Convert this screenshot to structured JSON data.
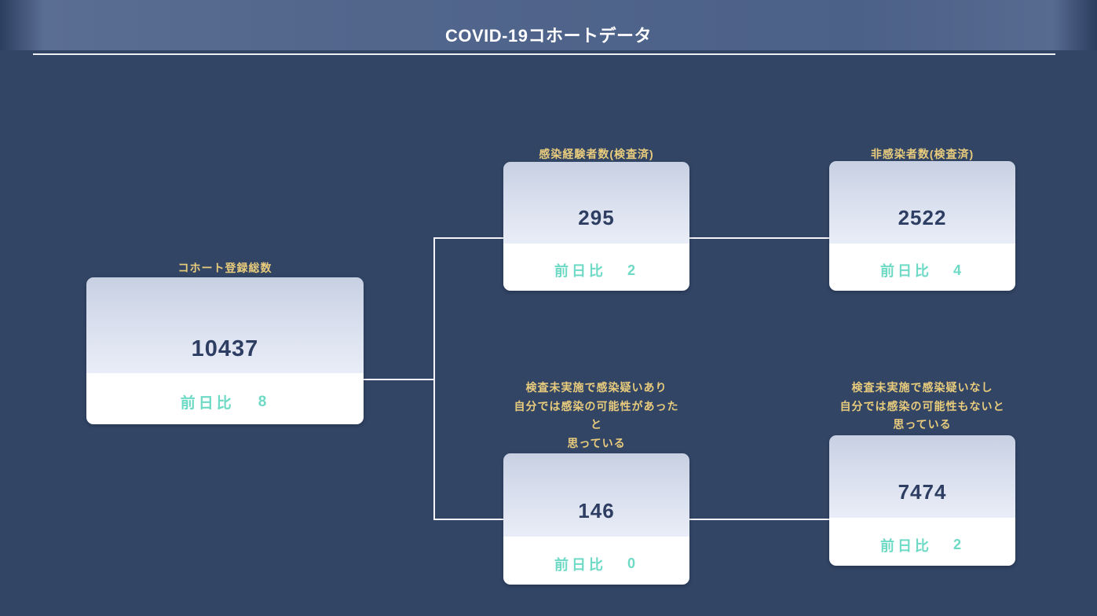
{
  "title": "COVID-19コホートデータ",
  "delta_label": "前日比",
  "nodes": {
    "root": {
      "label": "コホート登録総数",
      "value": "10437",
      "delta": "8"
    },
    "tested_positive": {
      "label": "感染経験者数(検査済)",
      "value": "295",
      "delta": "2"
    },
    "tested_negative": {
      "label": "非感染者数(検査済)",
      "value": "2522",
      "delta": "4"
    },
    "untested_suspected": {
      "label": "検査未実施で感染疑いあり\n自分では感染の可能性があった\nと\n思っている",
      "value": "146",
      "delta": "0"
    },
    "untested_unsuspected": {
      "label": "検査未実施で感染疑いなし\n自分では感染の可能性もないと\n思っている",
      "value": "7474",
      "delta": "2"
    }
  },
  "colors": {
    "background": "#324565",
    "header_band": "#53678d",
    "label_yellow": "#e9cc7c",
    "delta_teal": "#6edac6",
    "value_navy": "#2e3e63",
    "connector_white": "#f3f4f7",
    "card_top_gradient_start": "#c7d0e2",
    "card_top_gradient_end": "#e9edf7",
    "card_bottom": "#ffffff"
  }
}
